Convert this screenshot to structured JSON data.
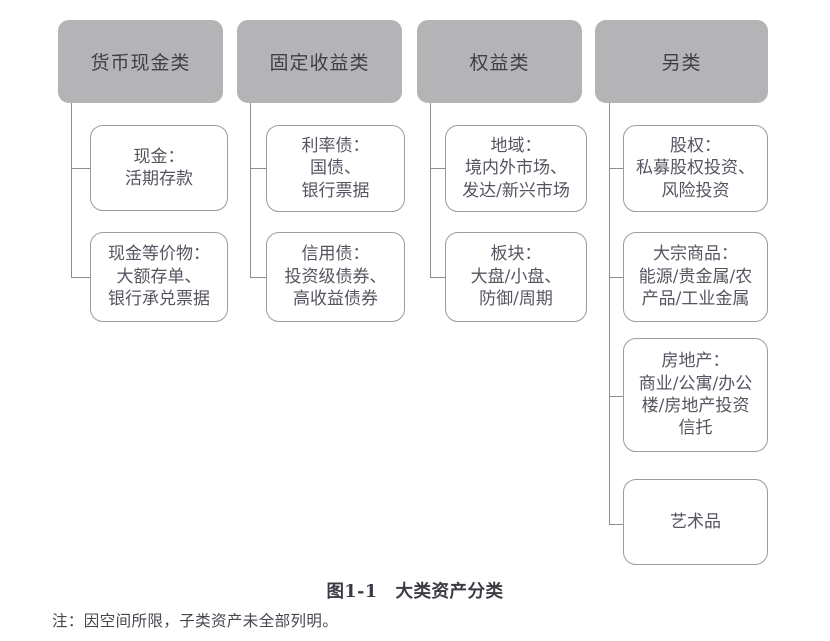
{
  "figure": {
    "caption": "图1-1　大类资产分类",
    "note": "注：因空间所限，子类资产未全部列明。",
    "header_fill": "#b4b4b6",
    "box_border": "#9b9ba3",
    "line_color": "#8d8d96",
    "text_color": "#555560"
  },
  "columns": [
    {
      "header": "货币现金类",
      "children": [
        "现金：\n活期存款",
        "现金等价物：\n大额存单、\n银行承兑票据"
      ]
    },
    {
      "header": "固定收益类",
      "children": [
        "利率债：\n国债、\n银行票据",
        "信用债：\n投资级债券、\n高收益债券"
      ]
    },
    {
      "header": "权益类",
      "children": [
        "地域：\n境内外市场、\n发达/新兴市场",
        "板块：\n大盘/小盘、\n防御/周期"
      ]
    },
    {
      "header": "另类",
      "children": [
        "股权：\n私募股权投资、\n风险投资",
        "大宗商品：\n能源/贵金属/农\n产品/工业金属",
        "房地产：\n商业/公寓/办公\n楼/房地产投资\n信托",
        "艺术品"
      ]
    }
  ]
}
